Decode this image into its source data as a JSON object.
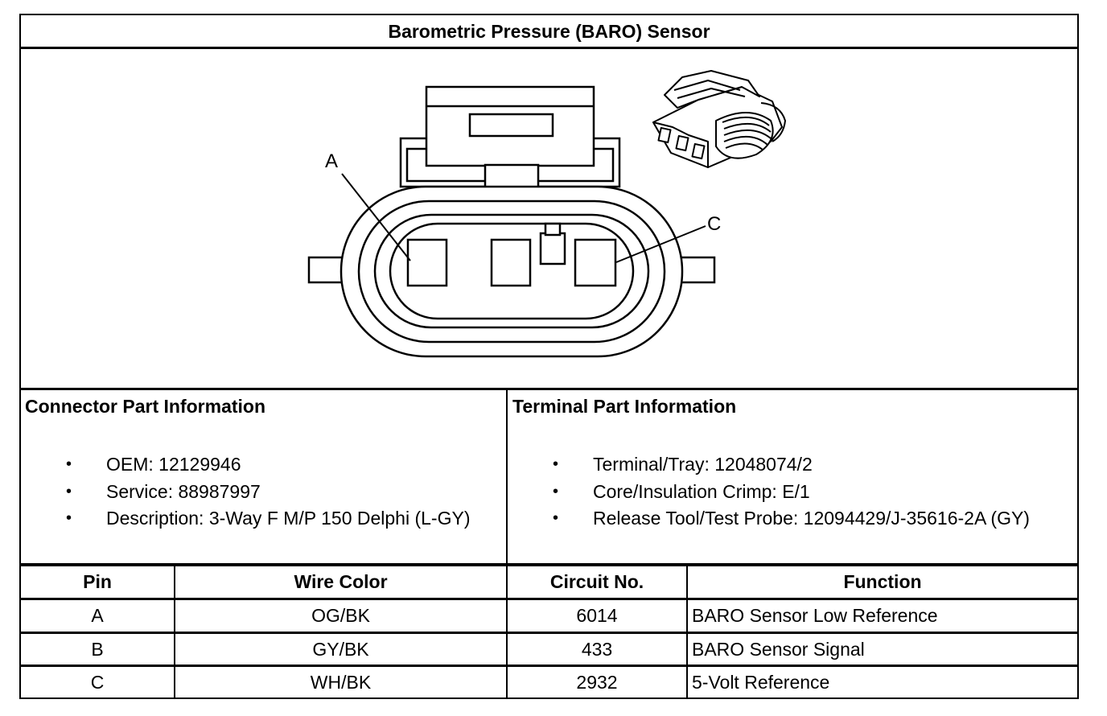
{
  "title": "Barometric Pressure (BARO) Sensor",
  "diagram": {
    "pin_labels": [
      "A",
      "C"
    ]
  },
  "connector_info": {
    "heading": "Connector Part Information",
    "items": [
      "OEM: 12129946",
      "Service: 88987997",
      "Description: 3-Way F M/P 150 Delphi (L-GY)"
    ]
  },
  "terminal_info": {
    "heading": "Terminal Part Information",
    "items": [
      "Terminal/Tray: 12048074/2",
      "Core/Insulation Crimp: E/1",
      "Release Tool/Test Probe: 12094429/J-35616-2A (GY)"
    ]
  },
  "bullet_symbol": "•",
  "pin_table": {
    "headers": [
      "Pin",
      "Wire Color",
      "Circuit No.",
      "Function"
    ],
    "rows": [
      [
        "A",
        "OG/BK",
        "6014",
        "BARO Sensor Low Reference"
      ],
      [
        "B",
        "GY/BK",
        "433",
        "BARO Sensor Signal"
      ],
      [
        "C",
        "WH/BK",
        "2932",
        "5-Volt Reference"
      ]
    ]
  }
}
